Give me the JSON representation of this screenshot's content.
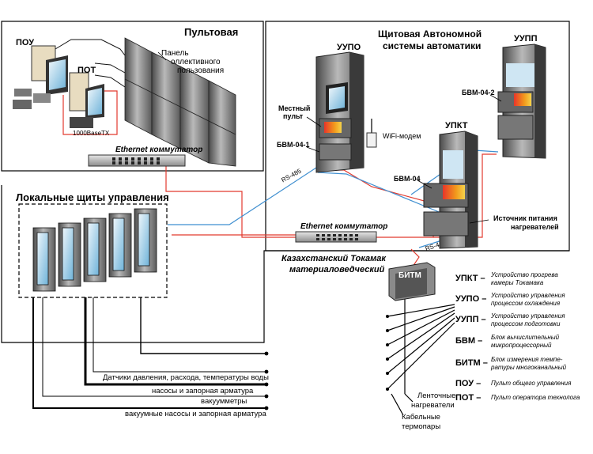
{
  "colors": {
    "red": "#e23a2e",
    "blue": "#3f8fd0",
    "frame": "#000000",
    "dark": "#222222"
  },
  "control_room": {
    "title": "Пультовая",
    "pou": "ПОУ",
    "pot": "ПОТ",
    "panel": [
      "Панель",
      "оллективного",
      "пользования"
    ],
    "link": "1000BaseTX",
    "switch": "Ethernet коммутатор"
  },
  "autonomous": {
    "title": [
      "Щитовая Автономной",
      "системы автоматики"
    ],
    "uupo": "УУПО",
    "uupp": "УУПП",
    "upkt": "УПКТ",
    "local_console": [
      "Местный",
      "пульт"
    ],
    "bvm041": "БВМ-04-1",
    "bvm042": "БВМ-04-2",
    "bvm04": "БВМ-04",
    "wifi": "WiFi-модем",
    "rs485": "RS-485",
    "power": [
      "Источник питания",
      "нагревателей"
    ]
  },
  "local": {
    "title": "Локальные щиты управления"
  },
  "main_switch": "Ethernet коммутатор",
  "tokamak": [
    "Казахстанский Токамак",
    "материаловедческий"
  ],
  "bitm": "БИТМ",
  "rs4": "RS-4",
  "sensors": [
    "Датчики давления, расхода, температуры воды",
    "насосы и запорная арматура",
    "вакуумметры",
    "вакуумные насосы и запорная арматура"
  ],
  "heaters": [
    "Ленточные",
    "нагреватели"
  ],
  "thermo": [
    "Кабельные",
    "термопары"
  ],
  "legend": [
    {
      "abbr": "УПКТ –",
      "text": [
        "Устройство прогрева",
        "камеры Токамака"
      ]
    },
    {
      "abbr": "УУПО –",
      "text": [
        "Устройство управления",
        "процессом охлаждения"
      ]
    },
    {
      "abbr": "УУПП –",
      "text": [
        "Устройство управления",
        "процессом подготовки"
      ]
    },
    {
      "abbr": "БВМ –",
      "text": [
        "Блок вычислительный",
        "микропроцессорный"
      ]
    },
    {
      "abbr": "БИТМ –",
      "text": [
        "Блок измерения темпе-",
        "ратуры многоканальный"
      ]
    },
    {
      "abbr": "ПОУ –",
      "text": [
        "Пульт общего управления"
      ]
    },
    {
      "abbr": "ПОТ –",
      "text": [
        "Пульт оператора технолога"
      ]
    }
  ]
}
